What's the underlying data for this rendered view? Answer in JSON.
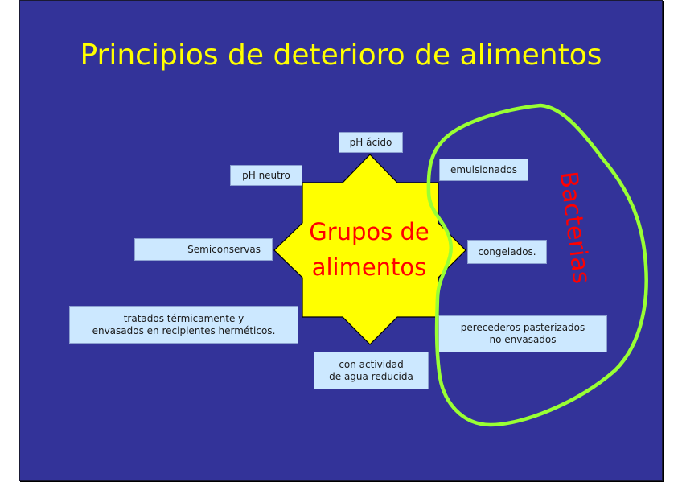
{
  "slide": {
    "title": "Principios de deterioro de alimentos",
    "background_color": "#333399",
    "title_color": "#ffff00"
  },
  "center": {
    "shape": "eight-pointed-star",
    "fill_color": "#ffff00",
    "text": "Grupos de\nalimentos",
    "text_color": "#ff0000"
  },
  "labels": [
    {
      "id": "ph-acido",
      "text": "pH ácido"
    },
    {
      "id": "ph-neutro",
      "text": "pH neutro"
    },
    {
      "id": "semiconservas",
      "text": "Semiconservas"
    },
    {
      "id": "tratados-termicamente",
      "text": "tratados térmicamente y\nenvasados en recipientes herméticos."
    },
    {
      "id": "actividad-agua",
      "text": "con actividad\nde agua reducida"
    },
    {
      "id": "emulsionados",
      "text": "emulsionados"
    },
    {
      "id": "congelados",
      "text": "congelados."
    },
    {
      "id": "perecederos",
      "text": "perecederos pasterizados\nno envasados"
    }
  ],
  "label_style": {
    "fill_color": "#cce8ff",
    "border_color": "#8ca0d0"
  },
  "grouping": {
    "label": "Bacterias",
    "label_color": "#ff0000",
    "outline_color": "#99ff33",
    "members": [
      "emulsionados",
      "congelados.",
      "perecederos pasterizados no envasados"
    ]
  }
}
